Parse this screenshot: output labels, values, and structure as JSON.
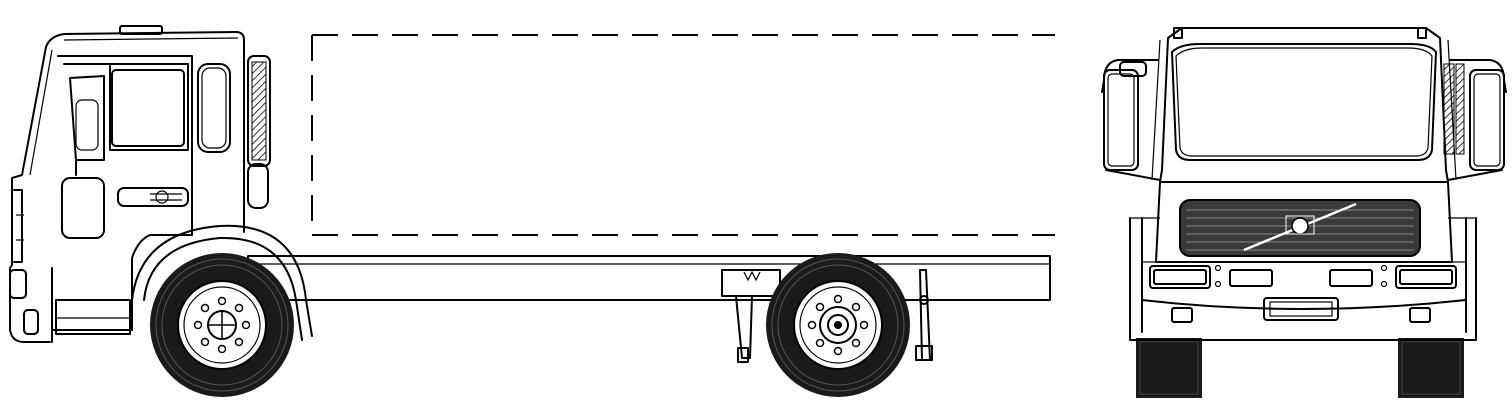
{
  "drawing": {
    "views": [
      {
        "id": "side",
        "name": "side-view"
      },
      {
        "id": "front",
        "name": "front-view"
      }
    ],
    "colors": {
      "line": "#000000",
      "background": "#ffffff",
      "tire": "#1a1a1a",
      "grille": "#3a3a3a"
    }
  }
}
